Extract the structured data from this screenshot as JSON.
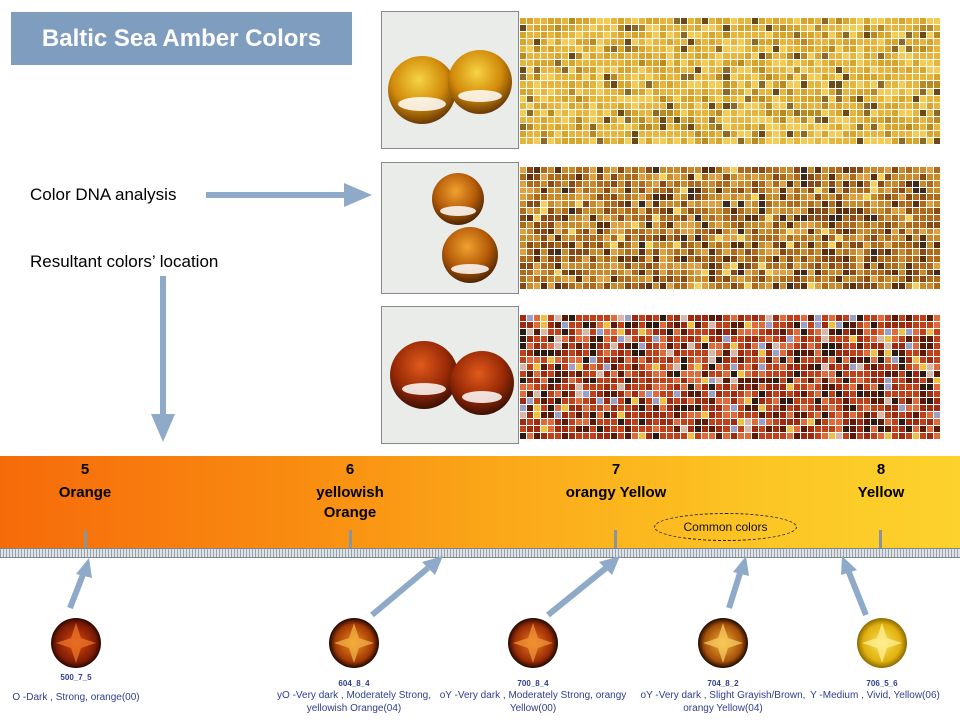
{
  "title": "Baltic Sea Amber Colors",
  "labels": {
    "dna": "Color DNA analysis",
    "location": "Resultant colors’ location",
    "common": "Common colors"
  },
  "scale": [
    {
      "num": "5",
      "name": "Orange"
    },
    {
      "num": "6",
      "name": "yellowish\nOrange"
    },
    {
      "num": "7",
      "name": "orangy Yellow"
    },
    {
      "num": "8",
      "name": "Yellow"
    }
  ],
  "samples": [
    {
      "code": "500_7_5",
      "desc": "O -Dark , Strong, orange(00)"
    },
    {
      "code": "604_8_4",
      "desc": "yO -Very dark , Moderately Strong,\nyellowish Orange(04)"
    },
    {
      "code": "700_8_4",
      "desc": "oY -Very dark , Moderately Strong, orangy\nYellow(00)"
    },
    {
      "code": "704_8_2",
      "desc": "oY -Very dark , Slight Grayish/Brown,\norangy Yellow(04)"
    },
    {
      "code": "706_5_6",
      "desc": "Y -Medium , Vivid, Yellow(06)"
    }
  ],
  "colors": {
    "title_bg": "#7f9dbf",
    "arrow": "#8fa9c8",
    "desc_text": "#2f3e8f"
  }
}
